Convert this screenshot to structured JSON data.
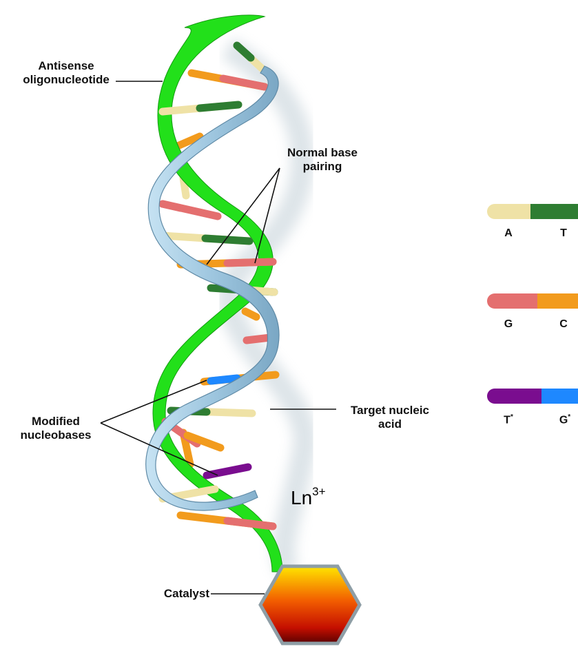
{
  "labels": {
    "antisense_line1": "Antisense",
    "antisense_line2": "oligonucleotide",
    "normal_line1": "Normal base",
    "normal_line2": "pairing",
    "target_line1": "Target nucleic",
    "target_line2": "acid",
    "modified_line1": "Modified",
    "modified_line2": "nucleobases",
    "catalyst": "Catalyst",
    "ion_base": "Ln",
    "ion_charge": "3+"
  },
  "legend": [
    {
      "left": "A",
      "right": "T",
      "left_color": "#efe2a6",
      "right_color": "#2e7d32"
    },
    {
      "left": "G",
      "right": "C",
      "left_color": "#e46f6f",
      "right_color": "#f29b1d"
    },
    {
      "left": "T",
      "left_mark": "*",
      "right": "G",
      "right_mark": "*",
      "left_color": "#7a0d8f",
      "right_color": "#1e88ff"
    }
  ],
  "colors": {
    "antisense_strand": "#22e01a",
    "target_strand": "#a9cfe6",
    "target_strand_edge": "#5f8aa6",
    "catalyst_top": "#ffe600",
    "catalyst_mid": "#f25c00",
    "catalyst_bottom": "#5a0000",
    "catalyst_edge": "#8e9ea6"
  }
}
